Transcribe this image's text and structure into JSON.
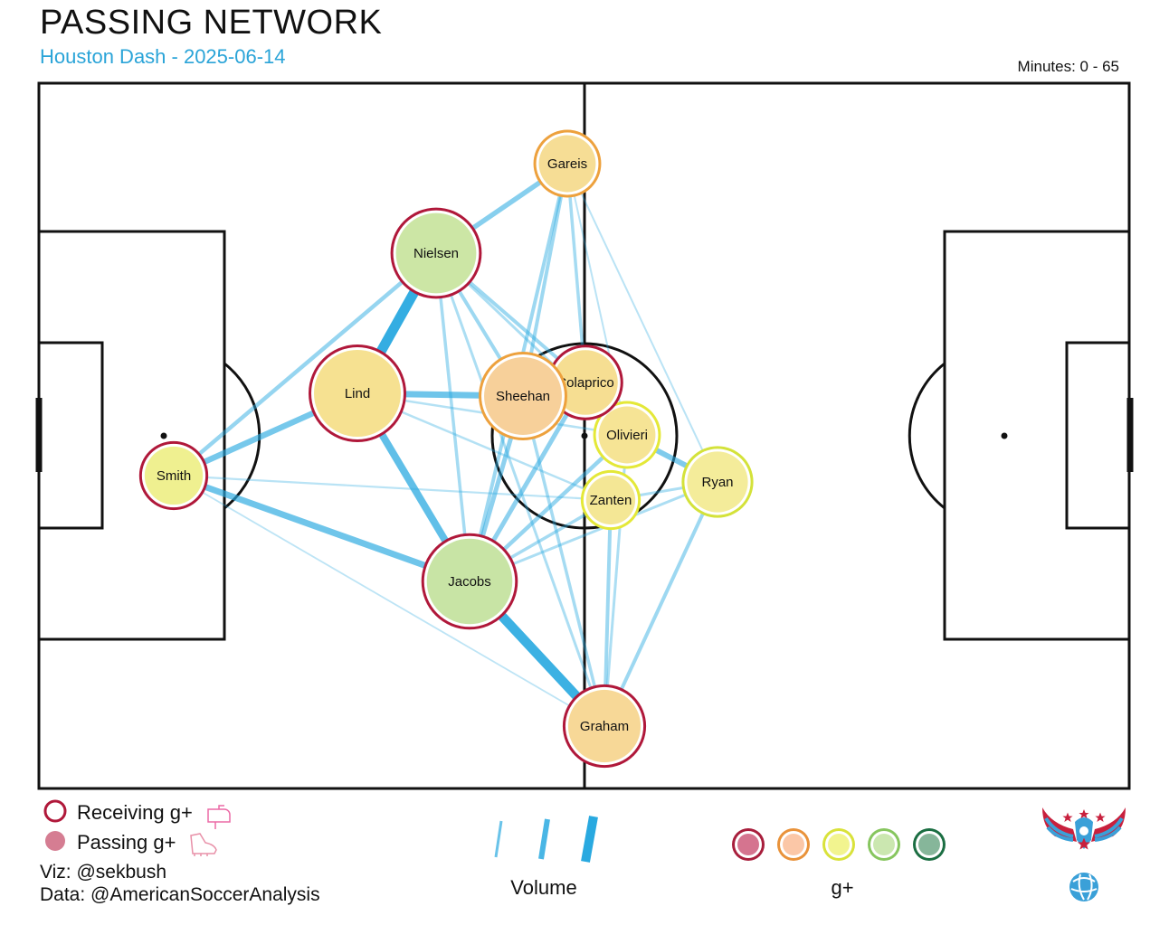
{
  "header": {
    "title": "PASSING NETWORK",
    "subtitle": "Houston Dash - 2025-06-14",
    "minutes": "Minutes: 0 - 65"
  },
  "colors": {
    "pass_line": "#29a9e0",
    "gplus_scale": [
      "#c7466a",
      "#f9b48a",
      "#eef06a",
      "#b9df95",
      "#5e9e78"
    ],
    "gplus_rings": [
      "#a81e3c",
      "#e9923a",
      "#d9e23a",
      "#87c65f",
      "#1b6e42"
    ]
  },
  "players": [
    {
      "name": "Gareis",
      "fill": "#f6dd95",
      "ring": "#eda13d",
      "size": 0.52
    },
    {
      "name": "Nielsen",
      "fill": "#cce6a5",
      "ring": "#b0183a",
      "size": 0.7
    },
    {
      "name": "Lind",
      "fill": "#f6e191",
      "ring": "#b0183a",
      "size": 0.75
    },
    {
      "name": "Sheehan",
      "fill": "#f7d09a",
      "ring": "#eda13d",
      "size": 0.68
    },
    {
      "name": "Colaprico",
      "fill": "#f6de92",
      "ring": "#b0183a",
      "size": 0.58
    },
    {
      "name": "Olivieri",
      "fill": "#f6e495",
      "ring": "#e4e838",
      "size": 0.52
    },
    {
      "name": "Ryan",
      "fill": "#f4ec9a",
      "ring": "#d4e23a",
      "size": 0.55
    },
    {
      "name": "Zanten",
      "fill": "#f4e795",
      "ring": "#e4e838",
      "size": 0.46
    },
    {
      "name": "Smith",
      "fill": "#eff090",
      "ring": "#b0183a",
      "size": 0.53
    },
    {
      "name": "Jacobs",
      "fill": "#c8e4a5",
      "ring": "#b0183a",
      "size": 0.74
    },
    {
      "name": "Graham",
      "fill": "#f7d897",
      "ring": "#b0183a",
      "size": 0.64
    }
  ],
  "passes": [
    {
      "from": "Lind",
      "to": "Nielsen",
      "volume": 1.0
    },
    {
      "from": "Jacobs",
      "to": "Graham",
      "volume": 0.95
    },
    {
      "from": "Lind",
      "to": "Jacobs",
      "volume": 0.7
    },
    {
      "from": "Smith",
      "to": "Jacobs",
      "volume": 0.6
    },
    {
      "from": "Lind",
      "to": "Sheehan",
      "volume": 0.6
    },
    {
      "from": "Smith",
      "to": "Lind",
      "volume": 0.55
    },
    {
      "from": "Nielsen",
      "to": "Gareis",
      "volume": 0.45
    },
    {
      "from": "Olivieri",
      "to": "Ryan",
      "volume": 0.5
    },
    {
      "from": "Smith",
      "to": "Nielsen",
      "volume": 0.35
    },
    {
      "from": "Jacobs",
      "to": "Colaprico",
      "volume": 0.4
    },
    {
      "from": "Jacobs",
      "to": "Sheehan",
      "volume": 0.4
    },
    {
      "from": "Jacobs",
      "to": "Olivieri",
      "volume": 0.35
    },
    {
      "from": "Gareis",
      "to": "Sheehan",
      "volume": 0.3
    },
    {
      "from": "Gareis",
      "to": "Jacobs",
      "volume": 0.3
    },
    {
      "from": "Gareis",
      "to": "Colaprico",
      "volume": 0.25
    },
    {
      "from": "Nielsen",
      "to": "Sheehan",
      "volume": 0.3
    },
    {
      "from": "Nielsen",
      "to": "Colaprico",
      "volume": 0.3
    },
    {
      "from": "Nielsen",
      "to": "Jacobs",
      "volume": 0.25
    },
    {
      "from": "Nielsen",
      "to": "Olivieri",
      "volume": 0.2
    },
    {
      "from": "Nielsen",
      "to": "Graham",
      "volume": 0.2
    },
    {
      "from": "Graham",
      "to": "Ryan",
      "volume": 0.3
    },
    {
      "from": "Graham",
      "to": "Zanten",
      "volume": 0.3
    },
    {
      "from": "Graham",
      "to": "Sheehan",
      "volume": 0.25
    },
    {
      "from": "Graham",
      "to": "Olivieri",
      "volume": 0.2
    },
    {
      "from": "Jacobs",
      "to": "Zanten",
      "volume": 0.25
    },
    {
      "from": "Jacobs",
      "to": "Ryan",
      "volume": 0.2
    },
    {
      "from": "Zanten",
      "to": "Ryan",
      "volume": 0.2
    },
    {
      "from": "Lind",
      "to": "Zanten",
      "volume": 0.15
    },
    {
      "from": "Lind",
      "to": "Olivieri",
      "volume": 0.15
    },
    {
      "from": "Smith",
      "to": "Zanten",
      "volume": 0.12
    },
    {
      "from": "Smith",
      "to": "Graham",
      "volume": 0.08
    },
    {
      "from": "Gareis",
      "to": "Ryan",
      "volume": 0.1
    },
    {
      "from": "Gareis",
      "to": "Olivieri",
      "volume": 0.1
    },
    {
      "from": "Sheehan",
      "to": "Colaprico",
      "volume": 0.35
    }
  ],
  "legend": {
    "receiving": "Receiving g+",
    "passing": "Passing g+",
    "volume": "Volume",
    "gplus": "g+"
  },
  "credits": {
    "viz": "Viz: @sekbush",
    "data": "Data: @AmericanSoccerAnalysis"
  }
}
